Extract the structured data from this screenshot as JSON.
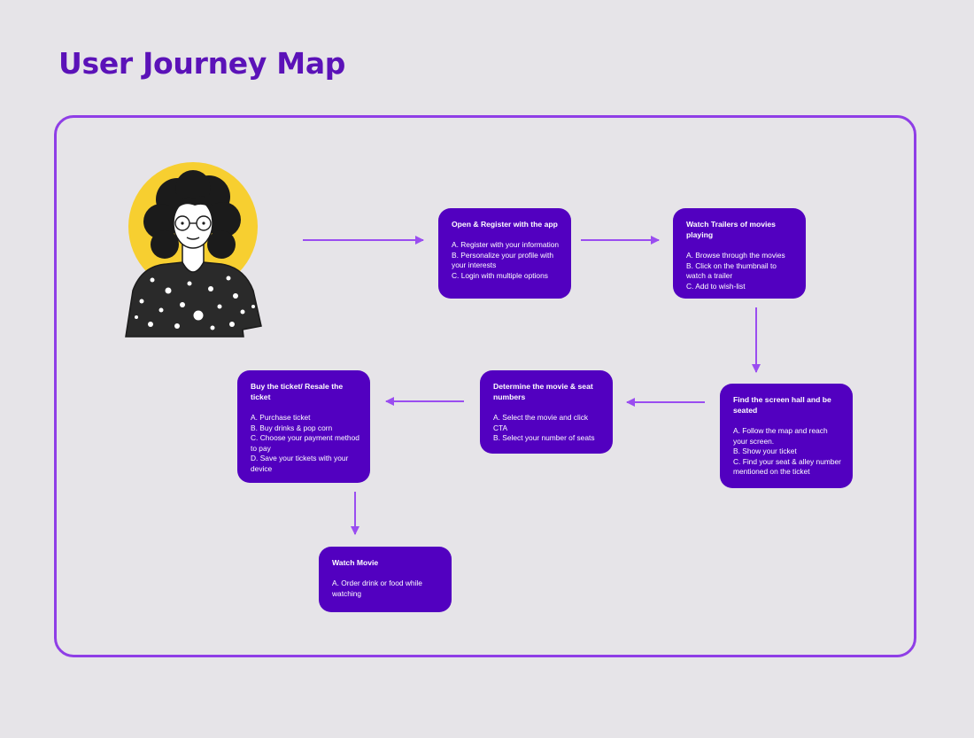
{
  "title": "User Journey Map",
  "colors": {
    "accent": "#8f3ee6",
    "box": "#5200c0",
    "title": "#5b12b8",
    "halo": "#f7cf30"
  },
  "illustration": "woman-with-curly-hair-avatar",
  "steps": [
    {
      "title": "Open & Register with the app",
      "items": [
        "A.  Register with your information",
        "B.  Personalize your profile with your interests",
        "C.  Login with multiple options"
      ]
    },
    {
      "title": "Watch Trailers of movies playing",
      "items": [
        "A.  Browse through the movies",
        "B.  Click on the thumbnail to watch a trailer",
        "C.  Add to wish-list"
      ]
    },
    {
      "title": "Find the screen hall and be seated",
      "items": [
        "A.  Follow the map and reach your screen.",
        "B.  Show your ticket",
        "C.  Find your seat & alley number mentioned on the ticket"
      ]
    },
    {
      "title": "Determine the movie & seat numbers",
      "items": [
        "A.  Select the movie and click CTA",
        "B.  Select your number of seats"
      ]
    },
    {
      "title": "Buy the ticket/ Resale the ticket",
      "items": [
        "A.  Purchase ticket",
        "B.  Buy drinks & pop corn",
        "C.  Choose your payment method to pay",
        "D.  Save your tickets with your device"
      ]
    },
    {
      "title": "Watch Movie",
      "items": [
        "A. Order drink or food while watching"
      ]
    }
  ]
}
